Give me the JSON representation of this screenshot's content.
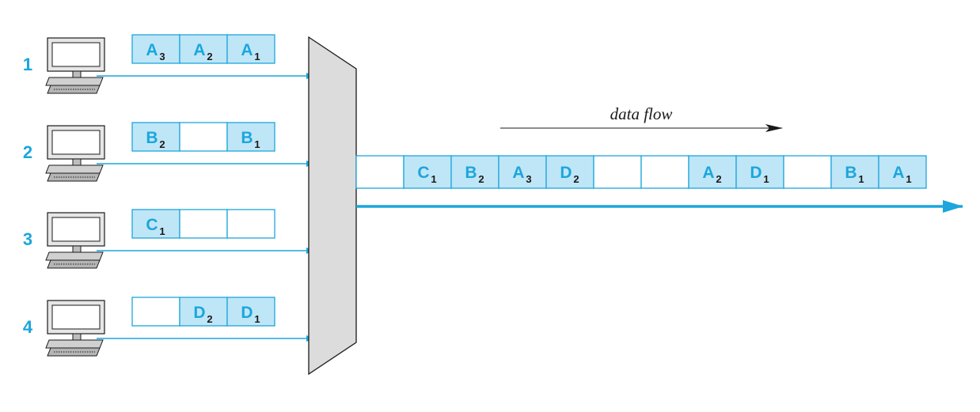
{
  "colors": {
    "accent": "#1ca6dc",
    "cell_fill": "#bfe6f7",
    "mux_fill": "#dcdcdc",
    "stroke": "#1a1a1a"
  },
  "flow_label": "data flow",
  "sources": [
    {
      "id": "1",
      "cells": [
        {
          "l": "A",
          "s": "3"
        },
        {
          "l": "A",
          "s": "2"
        },
        {
          "l": "A",
          "s": "1"
        }
      ]
    },
    {
      "id": "2",
      "cells": [
        {
          "l": "B",
          "s": "2"
        },
        null,
        {
          "l": "B",
          "s": "1"
        }
      ]
    },
    {
      "id": "3",
      "cells": [
        {
          "l": "C",
          "s": "1"
        },
        null,
        null
      ]
    },
    {
      "id": "4",
      "cells": [
        null,
        {
          "l": "D",
          "s": "2"
        },
        {
          "l": "D",
          "s": "1"
        }
      ]
    }
  ],
  "output_stream": [
    null,
    {
      "l": "C",
      "s": "1"
    },
    {
      "l": "B",
      "s": "2"
    },
    {
      "l": "A",
      "s": "3"
    },
    {
      "l": "D",
      "s": "2"
    },
    null,
    null,
    {
      "l": "A",
      "s": "2"
    },
    {
      "l": "D",
      "s": "1"
    },
    null,
    {
      "l": "B",
      "s": "1"
    },
    {
      "l": "A",
      "s": "1"
    }
  ],
  "icons": {
    "computer": "computer-icon",
    "multiplexer": "multiplexer-icon"
  }
}
